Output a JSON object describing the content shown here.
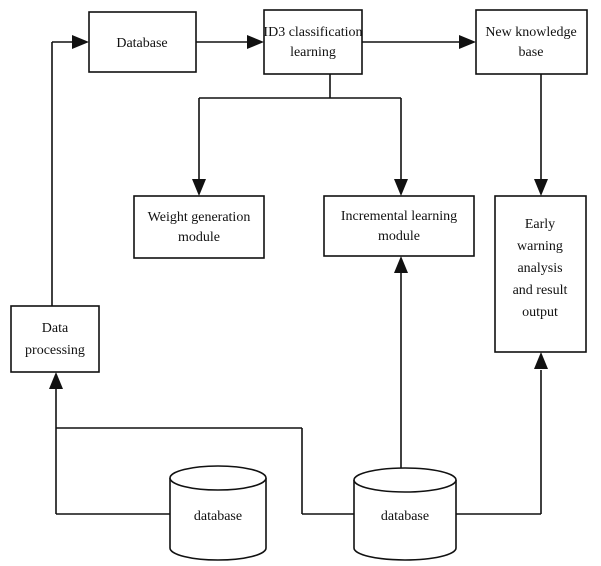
{
  "nodes": {
    "database_top": {
      "label": "Database"
    },
    "id3": {
      "line1": "ID3 classification",
      "line2": "learning"
    },
    "new_kb": {
      "line1": "New knowledge",
      "line2": "base"
    },
    "weight": {
      "line1": "Weight generation",
      "line2": "module"
    },
    "incremental": {
      "line1": "Incremental learning",
      "line2": "module"
    },
    "early": {
      "line1": "Early",
      "line2": "warning",
      "line3": "analysis",
      "line4": "and result",
      "line5": "output"
    },
    "data_processing": {
      "line1": "Data",
      "line2": "processing"
    },
    "db_left": {
      "label": "database"
    },
    "db_right": {
      "label": "database"
    }
  }
}
